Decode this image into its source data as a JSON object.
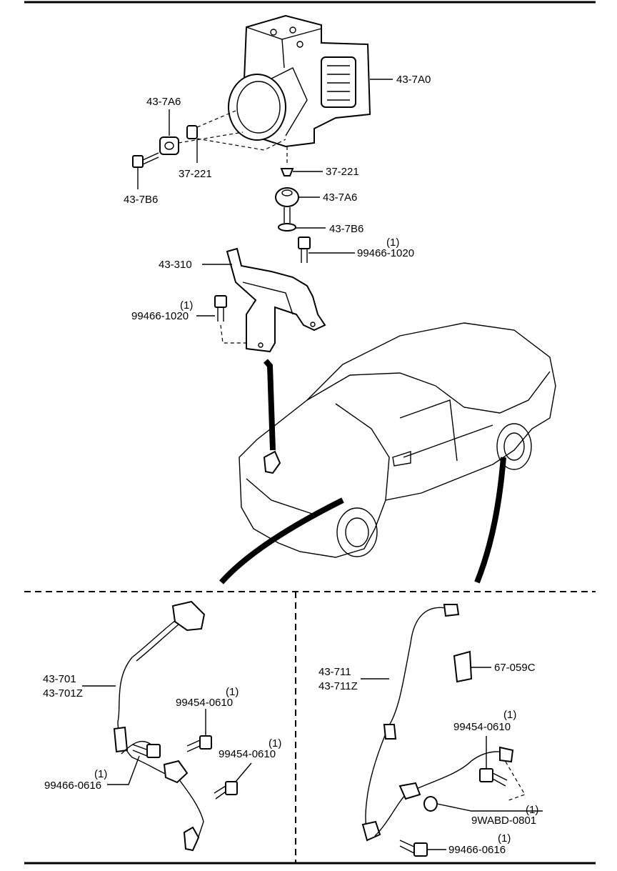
{
  "callouts": {
    "abs_unit": "43-7A0",
    "insulator_left": "43-7A6",
    "collar_left": "37-221",
    "bolt_left": "43-7B6",
    "collar_right": "37-221",
    "insulator_right": "43-7A6",
    "bolt_right": "43-7B6",
    "bolt_upper_qty": "(1)",
    "bolt_upper": "99466-1020",
    "bracket": "43-310",
    "bolt_lower_qty": "(1)",
    "bolt_lower": "99466-1020",
    "front_sensor_a": "43-701",
    "front_sensor_b": "43-701Z",
    "front_bolt1_qty": "(1)",
    "front_bolt1": "99454-0610",
    "front_bolt2_qty": "(1)",
    "front_bolt2": "99454-0610",
    "front_bolt3_qty": "(1)",
    "front_bolt3": "99466-0616",
    "rear_sensor_a": "43-711",
    "rear_sensor_b": "43-711Z",
    "rear_label": "67-059C",
    "rear_bolt1_qty": "(1)",
    "rear_bolt1": "99454-0610",
    "rear_clip_qty": "(1)",
    "rear_clip": "9WABD-0801",
    "rear_bolt2_qty": "(1)",
    "rear_bolt2": "99466-0616"
  }
}
